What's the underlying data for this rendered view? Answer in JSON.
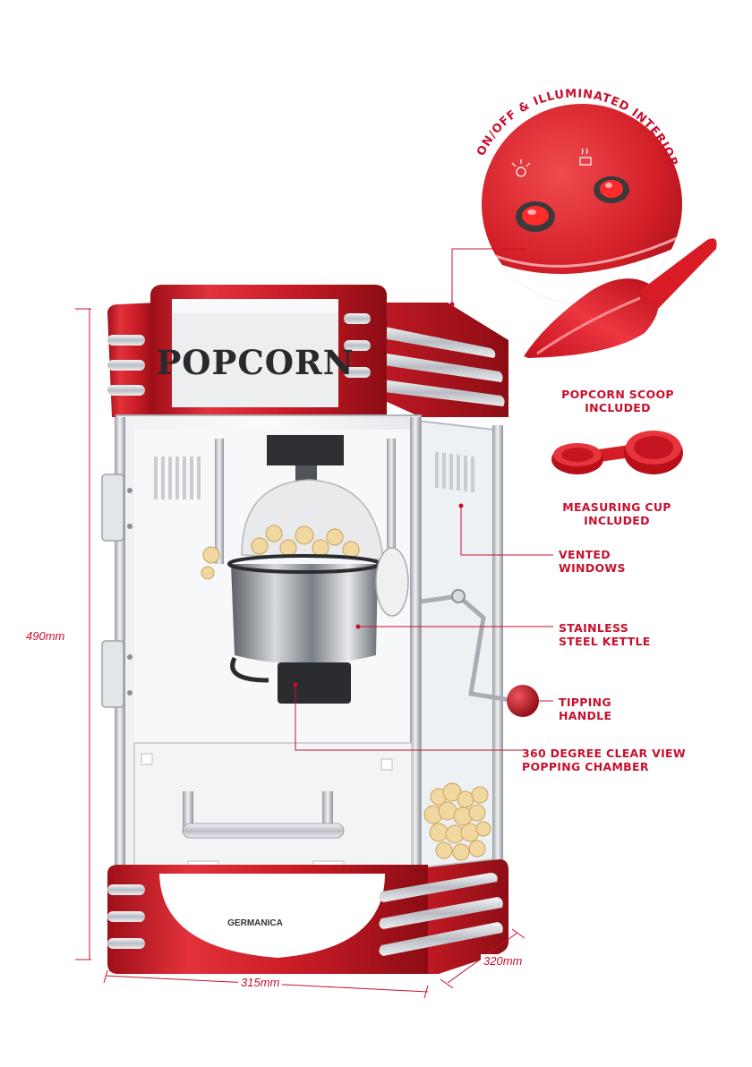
{
  "callouts": {
    "on_off": "ON/OFF & ILLUMINATED INTERIOR",
    "scoop": [
      "POPCORN SCOOP",
      "INCLUDED"
    ],
    "measuring_cup": [
      "MEASURING CUP",
      "INCLUDED"
    ],
    "vented": [
      "VENTED",
      "WINDOWS"
    ],
    "kettle": [
      "STAINLESS",
      "STEEL KETTLE"
    ],
    "handle": [
      "TIPPING",
      "HANDLE"
    ],
    "chamber": [
      "360 DEGREE CLEAR VIEW",
      "POPPING CHAMBER"
    ]
  },
  "dimensions": {
    "height": "490mm",
    "width": "315mm",
    "depth": "320mm"
  },
  "product": {
    "sign_text": "POPCORN",
    "brand": "GERMANICA"
  },
  "colors": {
    "accent": "#c8102e",
    "body_red": "#d01f2a",
    "chrome": "#c9ccd1"
  }
}
